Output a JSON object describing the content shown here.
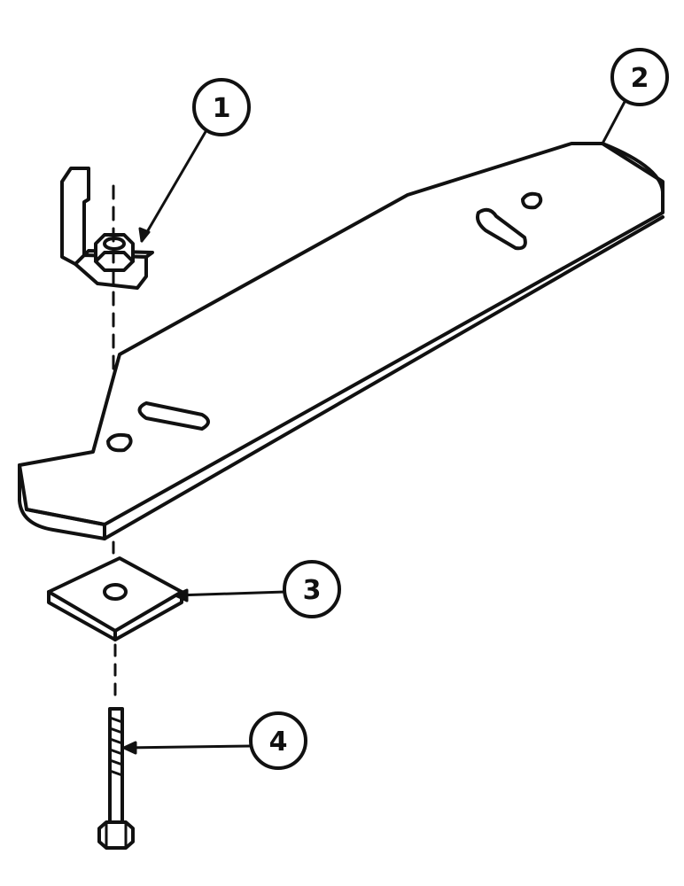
{
  "callouts": [
    {
      "id": "1",
      "label": "1",
      "part": "nut-clip"
    },
    {
      "id": "2",
      "label": "2",
      "part": "long-plate"
    },
    {
      "id": "3",
      "label": "3",
      "part": "square-washer"
    },
    {
      "id": "4",
      "label": "4",
      "part": "bolt"
    }
  ],
  "style": {
    "line_color": "#111111",
    "background": "#ffffff",
    "part_fill": "#ffffff"
  }
}
